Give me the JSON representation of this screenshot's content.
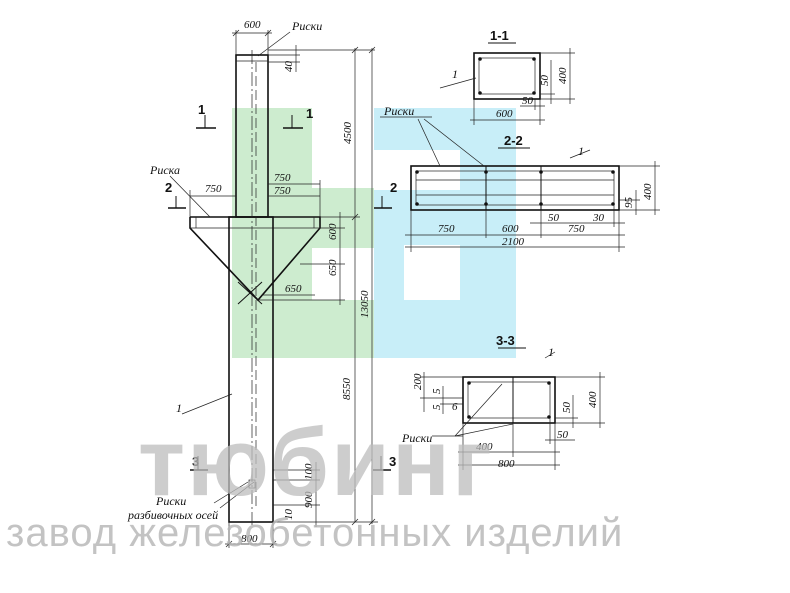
{
  "labels": {
    "riski": "Риски",
    "riska": "Риска",
    "riski_axes_1": "Риски",
    "riski_axes_2": "разбивочных осей",
    "pos": "1"
  },
  "sections": {
    "s11": "1-1",
    "s22": "2-2",
    "s33": "3-3",
    "m1": "1",
    "m2": "2",
    "m3": "3"
  },
  "dims": {
    "d600_top": "600",
    "d40": "40",
    "d4500": "4500",
    "d750_l": "750",
    "d750_a": "750",
    "d750_b": "750",
    "d600_v": "600",
    "d650_v": "650",
    "d650_h": "650",
    "d13050": "13050",
    "d8550": "8550",
    "d100": "100",
    "d900": "900",
    "d10": "10",
    "d800_bot": "800",
    "s11_400": "400",
    "s11_50v": "50",
    "s11_50h": "50",
    "s11_600": "600",
    "s22_750a": "750",
    "s22_600": "600",
    "s22_750b": "750",
    "s22_50": "50",
    "s22_30": "30",
    "s22_95": "95",
    "s22_400": "400",
    "s22_2100": "2100",
    "s33_200": "200",
    "s33_5a": "5",
    "s33_5b": "5",
    "s33_6": "6",
    "s33_50v": "50",
    "s33_400v": "400",
    "s33_400h": "400",
    "s33_50h": "50",
    "s33_800": "800"
  },
  "watermark": {
    "brand": "тюбинг",
    "tagline": "завод железобетонных изделий"
  },
  "colors": {
    "green": "#cdeccf",
    "cyan": "#c8eef8",
    "line": "#111111"
  }
}
